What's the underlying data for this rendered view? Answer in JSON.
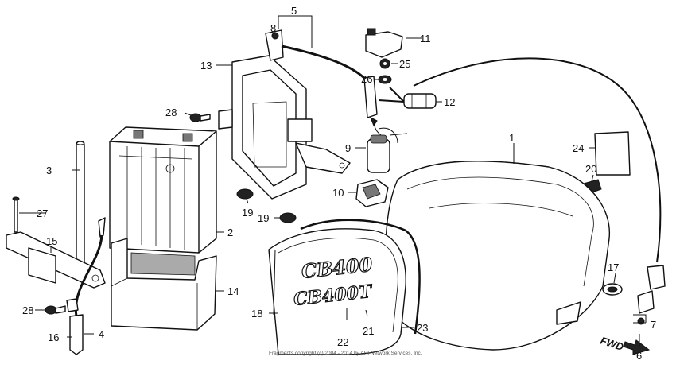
{
  "labels": {
    "p1": "1",
    "p2": "2",
    "p3": "3",
    "p4": "4",
    "p5": "5",
    "p6": "6",
    "p7": "7",
    "p8": "8",
    "p9": "9",
    "p10": "10",
    "p11": "11",
    "p12": "12",
    "p13": "13",
    "p14": "14",
    "p15": "15",
    "p16": "16",
    "p17": "17",
    "p18": "18",
    "p19a": "19",
    "p19b": "19",
    "p20": "20",
    "p21": "21",
    "p22": "22",
    "p23": "23",
    "p24": "24",
    "p25": "25",
    "p26": "26",
    "p27": "27",
    "p28a": "28",
    "p28b": "28"
  },
  "fwd": "FWD",
  "copyright": "Fragments copyright (c) 2004 - 2014 by ARI Network Services, Inc.",
  "decal": {
    "line1": "CB400",
    "line2": "CB400T"
  }
}
